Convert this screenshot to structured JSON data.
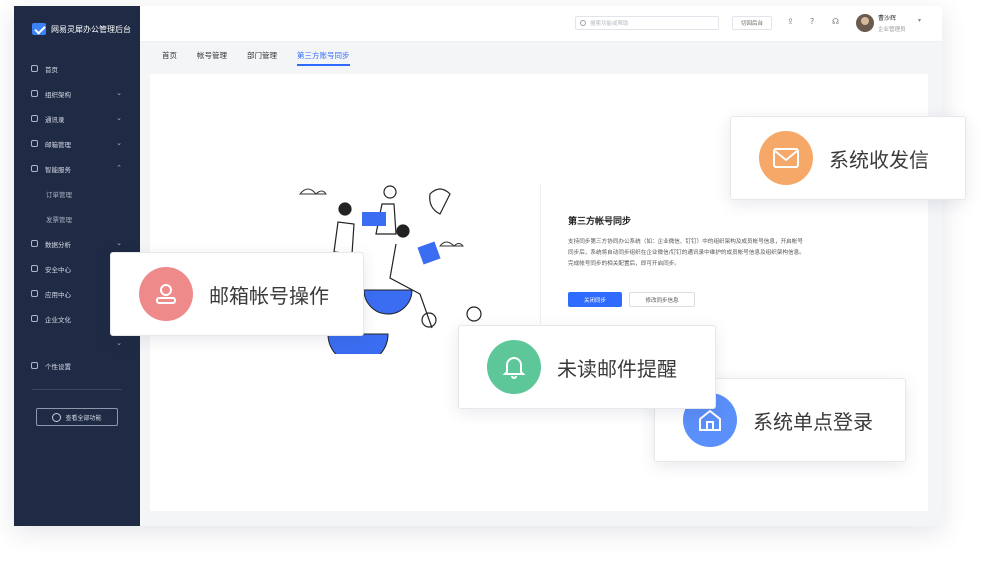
{
  "brand": {
    "name": "网易灵犀办公管理后台"
  },
  "sidebar": {
    "items": [
      {
        "label": "首页",
        "icon": "home-icon"
      },
      {
        "label": "组织架构",
        "icon": "org-icon",
        "chevron": "⌄"
      },
      {
        "label": "通讯录",
        "icon": "contacts-icon",
        "chevron": "⌄"
      },
      {
        "label": "邮箱管理",
        "icon": "mail-icon",
        "chevron": "⌄"
      },
      {
        "label": "智能服务",
        "icon": "wifi-icon",
        "chevron": "⌃"
      },
      {
        "label": "订单管理",
        "sub": true
      },
      {
        "label": "发票管理",
        "sub": true
      },
      {
        "label": "数据分析",
        "icon": "chart-icon",
        "chevron": "⌄"
      },
      {
        "label": "安全中心",
        "icon": "shield-icon"
      },
      {
        "label": "应用中心",
        "icon": "apps-icon"
      },
      {
        "label": "企业文化",
        "icon": "culture-icon"
      },
      {
        "label": "",
        "chevron": "⌄"
      },
      {
        "label": "个性设置",
        "icon": "settings-icon"
      }
    ],
    "all_features": "查看全部功能"
  },
  "topbar": {
    "search_placeholder": "搜索功能或帮助",
    "switch_label": "切回后台",
    "user_name": "曹沙辉",
    "user_role": "企业管理员"
  },
  "tabs": [
    {
      "label": "首页",
      "active": false
    },
    {
      "label": "帐号管理",
      "active": false
    },
    {
      "label": "部门管理",
      "active": false
    },
    {
      "label": "第三方账号同步",
      "active": true
    }
  ],
  "sync": {
    "title": "第三方帐号同步",
    "desc": "支持同步第三方协同办公系统（如：企业微信、钉钉）中的组织架构及成员帐号信息，开启帐号同步后，系统将自动同步组织在企业微信/钉钉的通讯录中维护的成员帐号信息及组织架构信息。完成帐号同步的相关配置后，即可开启同步。",
    "primary_button": "关闭同步",
    "secondary_button": "修改同步信息"
  },
  "cards": [
    {
      "label": "系统收发信",
      "color": "#f5a867"
    },
    {
      "label": "邮箱帐号操作",
      "color": "#ef8a8a"
    },
    {
      "label": "未读邮件提醒",
      "color": "#5ec79a"
    },
    {
      "label": "系统单点登录",
      "color": "#5b8ff9"
    }
  ],
  "colors": {
    "sidebar": "#1f2a44",
    "accent": "#2f6bff"
  }
}
